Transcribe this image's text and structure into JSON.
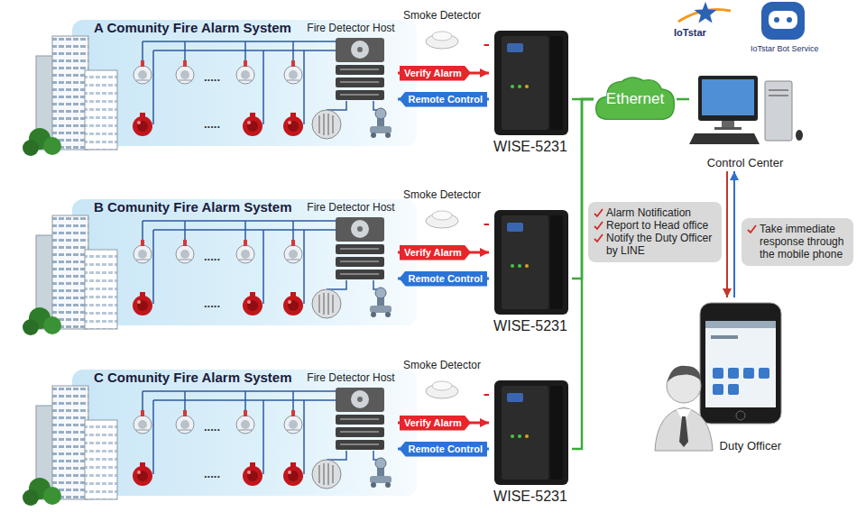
{
  "diagram": {
    "nodes": [
      {
        "text": [
          "A Comunity Fire Alarm System"
        ]
      },
      {
        "text": [
          "Fire Detector Host"
        ],
        "in": 0
      },
      {
        "text": [
          "Smoke Detector"
        ]
      },
      {
        "text": [
          "WISE-5231"
        ]
      },
      {
        "text": [
          "B Comunity Fire Alarm System"
        ]
      },
      {
        "text": [
          "Fire Detector Host"
        ],
        "in": 4
      },
      {
        "text": [
          "Smoke Detector"
        ]
      },
      {
        "text": [
          "WISE-5231"
        ]
      },
      {
        "text": [
          "C Comunity Fire Alarm System"
        ]
      },
      {
        "text": [
          "Fire Detector Host"
        ],
        "in": 8
      },
      {
        "text": [
          "Smoke Detector"
        ]
      },
      {
        "text": [
          "WISE-5231"
        ]
      },
      {
        "text": [
          "Ethernet"
        ]
      },
      {
        "text": [
          "Control Center"
        ]
      },
      {
        "text": [
          "Alarm Notification",
          "Report to Head office",
          "Notify the Duty Officer by LINE"
        ]
      },
      {
        "text": [
          "Take immediate response through the mobile phone"
        ]
      },
      {
        "text": [
          "Duty Officer"
        ]
      }
    ],
    "edges": [
      {
        "from": 1,
        "to": 3,
        "label": "Verify Alarm",
        "arrow": "to"
      },
      {
        "from": 3,
        "to": 1,
        "label": "Remote Control",
        "arrow": "to"
      },
      {
        "from": 2,
        "to": 3,
        "arrow": "none"
      },
      {
        "from": 3,
        "to": 12,
        "arrow": "none"
      },
      {
        "from": 5,
        "to": 7,
        "label": "Verify Alarm",
        "arrow": "to"
      },
      {
        "from": 7,
        "to": 5,
        "label": "Remote Control",
        "arrow": "to"
      },
      {
        "from": 6,
        "to": 7,
        "arrow": "none"
      },
      {
        "from": 7,
        "to": 12,
        "arrow": "none"
      },
      {
        "from": 9,
        "to": 11,
        "label": "Verify Alarm",
        "arrow": "to"
      },
      {
        "from": 11,
        "to": 9,
        "label": "Remote Control",
        "arrow": "to"
      },
      {
        "from": 10,
        "to": 11,
        "arrow": "none"
      },
      {
        "from": 11,
        "to": 12,
        "arrow": "none"
      },
      {
        "from": 12,
        "to": 13,
        "arrow": "none"
      },
      {
        "from": 13,
        "to": 16,
        "arrow": "to"
      },
      {
        "from": 16,
        "to": 13,
        "arrow": "to"
      }
    ],
    "labels": [
      ".....",
      ".....",
      ".....",
      ".....",
      ".....",
      ".....",
      "IoTstar",
      "IoTstar Bot Service"
    ]
  }
}
